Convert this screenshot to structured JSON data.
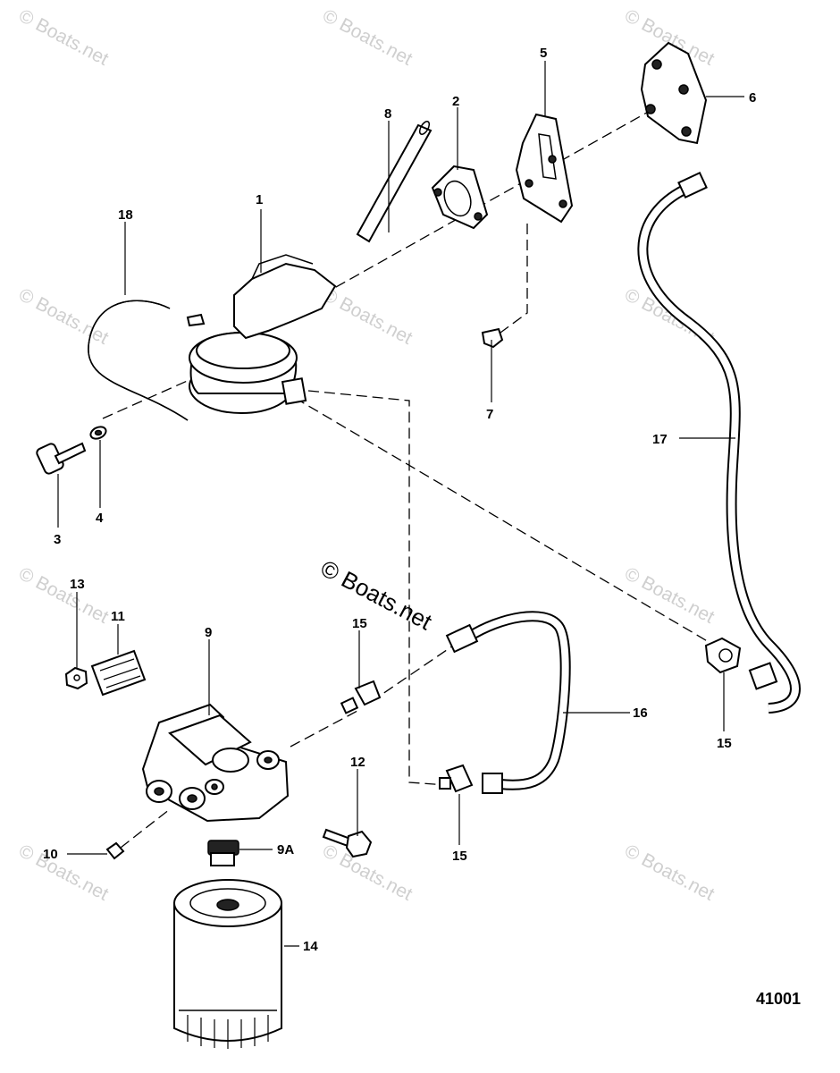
{
  "watermark": "© Boats.net",
  "plate_number": "41001",
  "callouts": {
    "c1": "1",
    "c2": "2",
    "c3": "3",
    "c4": "4",
    "c5": "5",
    "c6": "6",
    "c7": "7",
    "c8": "8",
    "c9": "9",
    "c9a": "9A",
    "c10": "10",
    "c11": "11",
    "c12": "12",
    "c13": "13",
    "c14": "14",
    "c15a": "15",
    "c15b": "15",
    "c15c": "15",
    "c16": "16",
    "c17": "17",
    "c18": "18"
  }
}
